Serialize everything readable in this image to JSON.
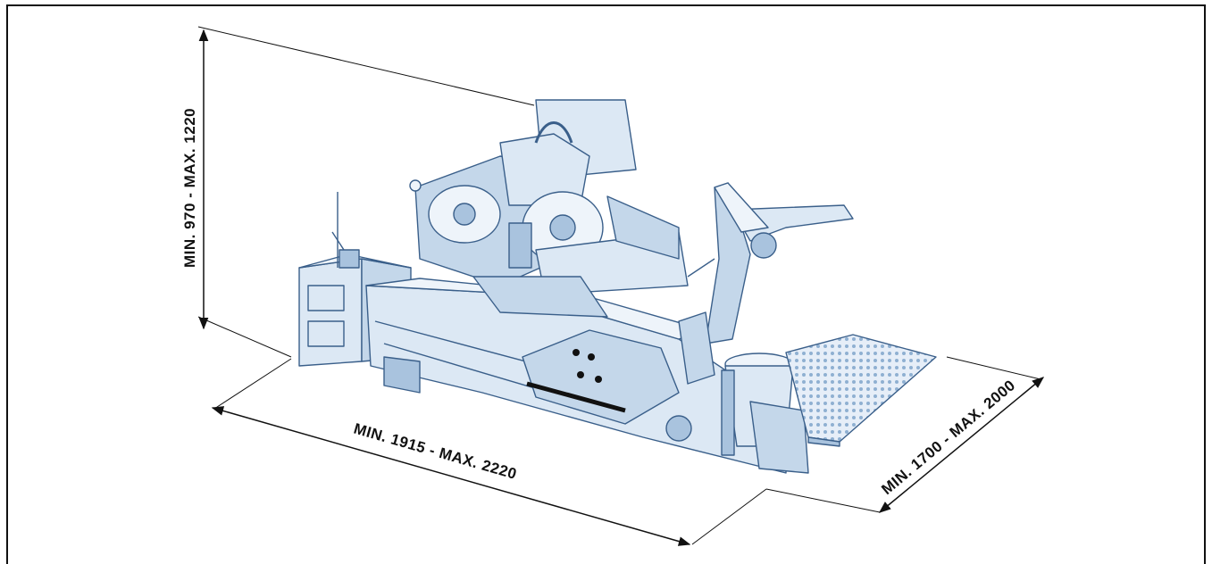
{
  "dimensions": {
    "height": "MIN. 970 - MAX. 1220",
    "length": "MIN. 1915 - MAX. 2220",
    "depth": "MIN. 1700 - MAX. 2000"
  },
  "colors": {
    "line": "#111111",
    "machine_fill": "#dce8f4",
    "machine_stroke": "#3a5f8a",
    "machine_shade": "#a9c3de"
  }
}
